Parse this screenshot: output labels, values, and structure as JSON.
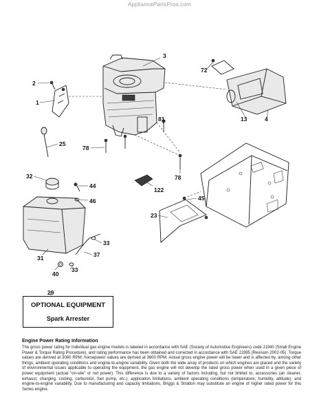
{
  "watermark": "AppliancePartsPros.com",
  "part_labels": {
    "p1": "1",
    "p2": "2",
    "p3": "3",
    "p4": "4",
    "p13": "13",
    "p23": "23",
    "p25": "25",
    "p29": "29",
    "p31": "31",
    "p32": "32",
    "p33a": "33",
    "p33b": "33",
    "p37": "37",
    "p40": "40",
    "p44": "44",
    "p45": "45",
    "p46": "46",
    "p72": "72",
    "p78a": "78",
    "p78b": "78",
    "p81": "81",
    "p122": "122"
  },
  "optional_equipment": {
    "title": "OPTIONAL EQUIPMENT",
    "item": "Spark Arrester"
  },
  "engine_rating": {
    "title": "Engine Power Rating Information",
    "body": "The gross power rating for individual gas engine models is labeled in accordance with SAE (Society of Automotive Engineers) code J1940 (Small Engine Power & Torque Rating Procedure), and rating performance has been obtained and corrected in accordance with SAE J1995 (Revision 2002-05). Torque values are derived at 3060 RPM; horsepower values are derived at 3600 RPM. Actual gross engine power will be lower and is affected by, among other things, ambient operating conditions and engine-to-engine variability. Given both the wide array of products on which engines are placed and the variety of environmental issues applicable to operating the equipment, the gas engine will not develop the rated gross power when used in a given piece of power equipment (actual \"on-site\" or net power). This difference is due to a variety of factors including, but not limited to, accessories (air cleaner, exhaust, charging, cooling, carburetor, fuel pump, etc.), application limitations, ambient operating conditions (temperature, humidity, altitude), and engine-to-engine variability. Due to manufacturing and capacity limitations, Briggs & Stratton may substitute an engine of higher rated power for this Series engine."
  }
}
